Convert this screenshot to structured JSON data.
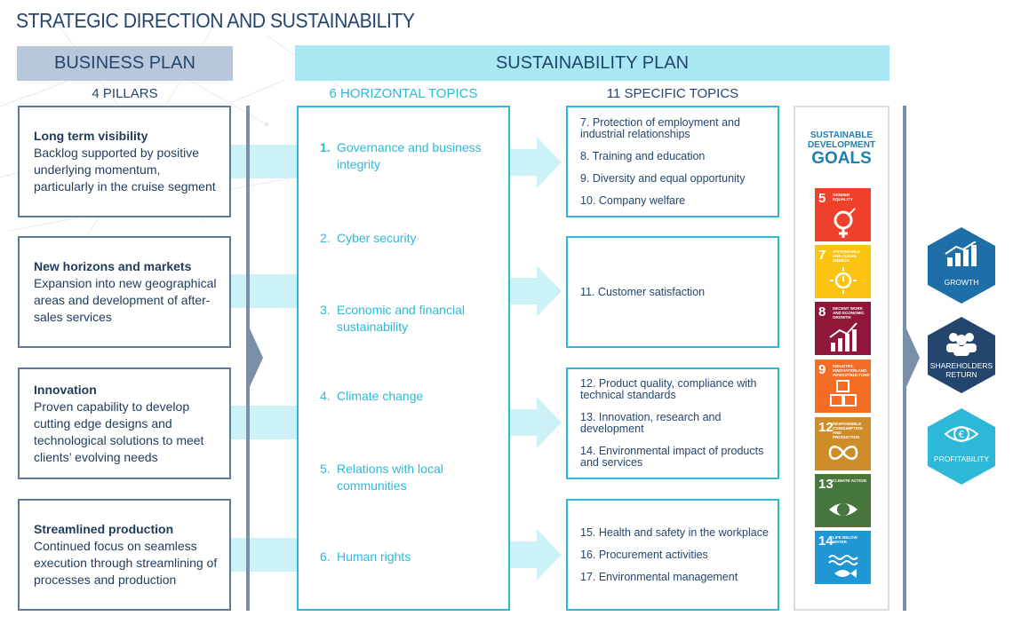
{
  "title": "STRATEGIC DIRECTION AND SUSTAINABILITY",
  "business_plan": {
    "header": "BUSINESS PLAN",
    "subheader": "4 PILLARS",
    "pillars": [
      {
        "heading": "Long term visibility",
        "text": "Backlog supported by positive underlying momentum, particularly in the cruise segment"
      },
      {
        "heading": "New horizons and markets",
        "text": "Expansion into new geographical areas and development of after-sales services"
      },
      {
        "heading": "Innovation",
        "text": "Proven capability to develop cutting edge designs and technological solutions to meet clients’ evolving needs"
      },
      {
        "heading": "Streamlined production",
        "text": "Continued focus on seamless execution through streamlining of processes and production"
      }
    ]
  },
  "sustainability_plan": {
    "header": "SUSTAINABILITY PLAN",
    "horizontal_header": "6 HORIZONTAL TOPICS",
    "specific_header": "11 SPECIFIC TOPICS",
    "horizontal_topics": [
      {
        "num": "1.",
        "label": "Governance and business integrity"
      },
      {
        "num": "2.",
        "label": "Cyber security"
      },
      {
        "num": "3.",
        "label": "Economic and financial sustainability"
      },
      {
        "num": "4.",
        "label": "Climate change"
      },
      {
        "num": "5.",
        "label": "Relations with local communities"
      },
      {
        "num": "6.",
        "label": "Human rights"
      }
    ],
    "specific_groups": [
      [
        "7. Protection of employment and industrial relationships",
        "8. Training and education",
        "9. Diversity and equal opportunity",
        "10. Company welfare"
      ],
      [
        "11. Customer satisfaction"
      ],
      [
        "12. Product quality, compliance with technical standards",
        "13. Innovation, research and development",
        "14. Environmental impact of products and services"
      ],
      [
        "15. Health and safety in the workplace",
        "16. Procurement activities",
        "17. Environmental management"
      ]
    ]
  },
  "sdg": {
    "logo_line1": "SUSTAINABLE",
    "logo_line2": "DEVELOPMENT",
    "logo_line3": "GOALS",
    "goals": [
      {
        "number": "5",
        "label": "GENDER EQUALITY",
        "color": "#ef402b"
      },
      {
        "number": "7",
        "label": "AFFORDABLE AND CLEAN ENERGY",
        "color": "#fbc412"
      },
      {
        "number": "8",
        "label": "DECENT WORK AND ECONOMIC GROWTH",
        "color": "#8f1838"
      },
      {
        "number": "9",
        "label": "INDUSTRY, INNOVATION AND INFRASTRUCTURE",
        "color": "#f36d25"
      },
      {
        "number": "12",
        "label": "RESPONSIBLE CONSUMPTION AND PRODUCTION",
        "color": "#cf8d2a"
      },
      {
        "number": "13",
        "label": "CLIMATE ACTION",
        "color": "#48773e"
      },
      {
        "number": "14",
        "label": "LIFE BELOW WATER",
        "color": "#1f97d4"
      }
    ]
  },
  "outcomes": [
    {
      "label": "GROWTH",
      "color": "#1e6fa8"
    },
    {
      "label": "SHAREHOLDERS RETURN",
      "color": "#24466e"
    },
    {
      "label": "PROFITABILITY",
      "color": "#2db8d8"
    }
  ]
}
